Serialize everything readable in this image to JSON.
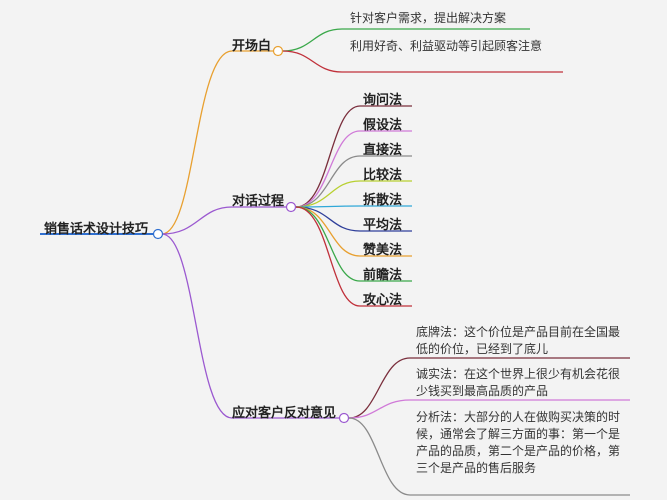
{
  "root": {
    "label": "销售话术设计技巧"
  },
  "branches": [
    {
      "label": "开场白",
      "color": "#e8a030",
      "children": [
        {
          "text": "针对客户需求，提出解决方案",
          "color": "#3aa84a"
        },
        {
          "text": "利用好奇、利益驱动等引起顾客注意",
          "color": "#c0303a"
        }
      ]
    },
    {
      "label": "对话过程",
      "color": "#9b59d0",
      "children": [
        {
          "text": "询问法",
          "color": "#7a2e3c"
        },
        {
          "text": "假设法",
          "color": "#d07ad8"
        },
        {
          "text": "直接法",
          "color": "#8a8a8a"
        },
        {
          "text": "比较法",
          "color": "#b8d030"
        },
        {
          "text": "拆散法",
          "color": "#30a8d8"
        },
        {
          "text": "平均法",
          "color": "#2f3f9a"
        },
        {
          "text": "赞美法",
          "color": "#e8a030"
        },
        {
          "text": "前瞻法",
          "color": "#3aa84a"
        },
        {
          "text": "攻心法",
          "color": "#c0303a"
        }
      ]
    },
    {
      "label": "应对客户反对意见",
      "color": "#9b59d0",
      "children": [
        {
          "text": "底牌法：这个价位是产品目前在全国最低的价位，已经到了底儿",
          "color": "#7a2e3c"
        },
        {
          "text": "诚实法：在这个世界上很少有机会花很少钱买到最高品质的产品",
          "color": "#d07ad8"
        },
        {
          "text": "分析法：大部分的人在做购买决策的时候，通常会了解三方面的事：第一个是产品的品质，第二个是产品的价格，第三个是产品的售后服务",
          "color": "#8a8a8a"
        }
      ]
    }
  ],
  "colors": {
    "root_line": "#2f6fd0",
    "background": "#f3f3f3"
  }
}
